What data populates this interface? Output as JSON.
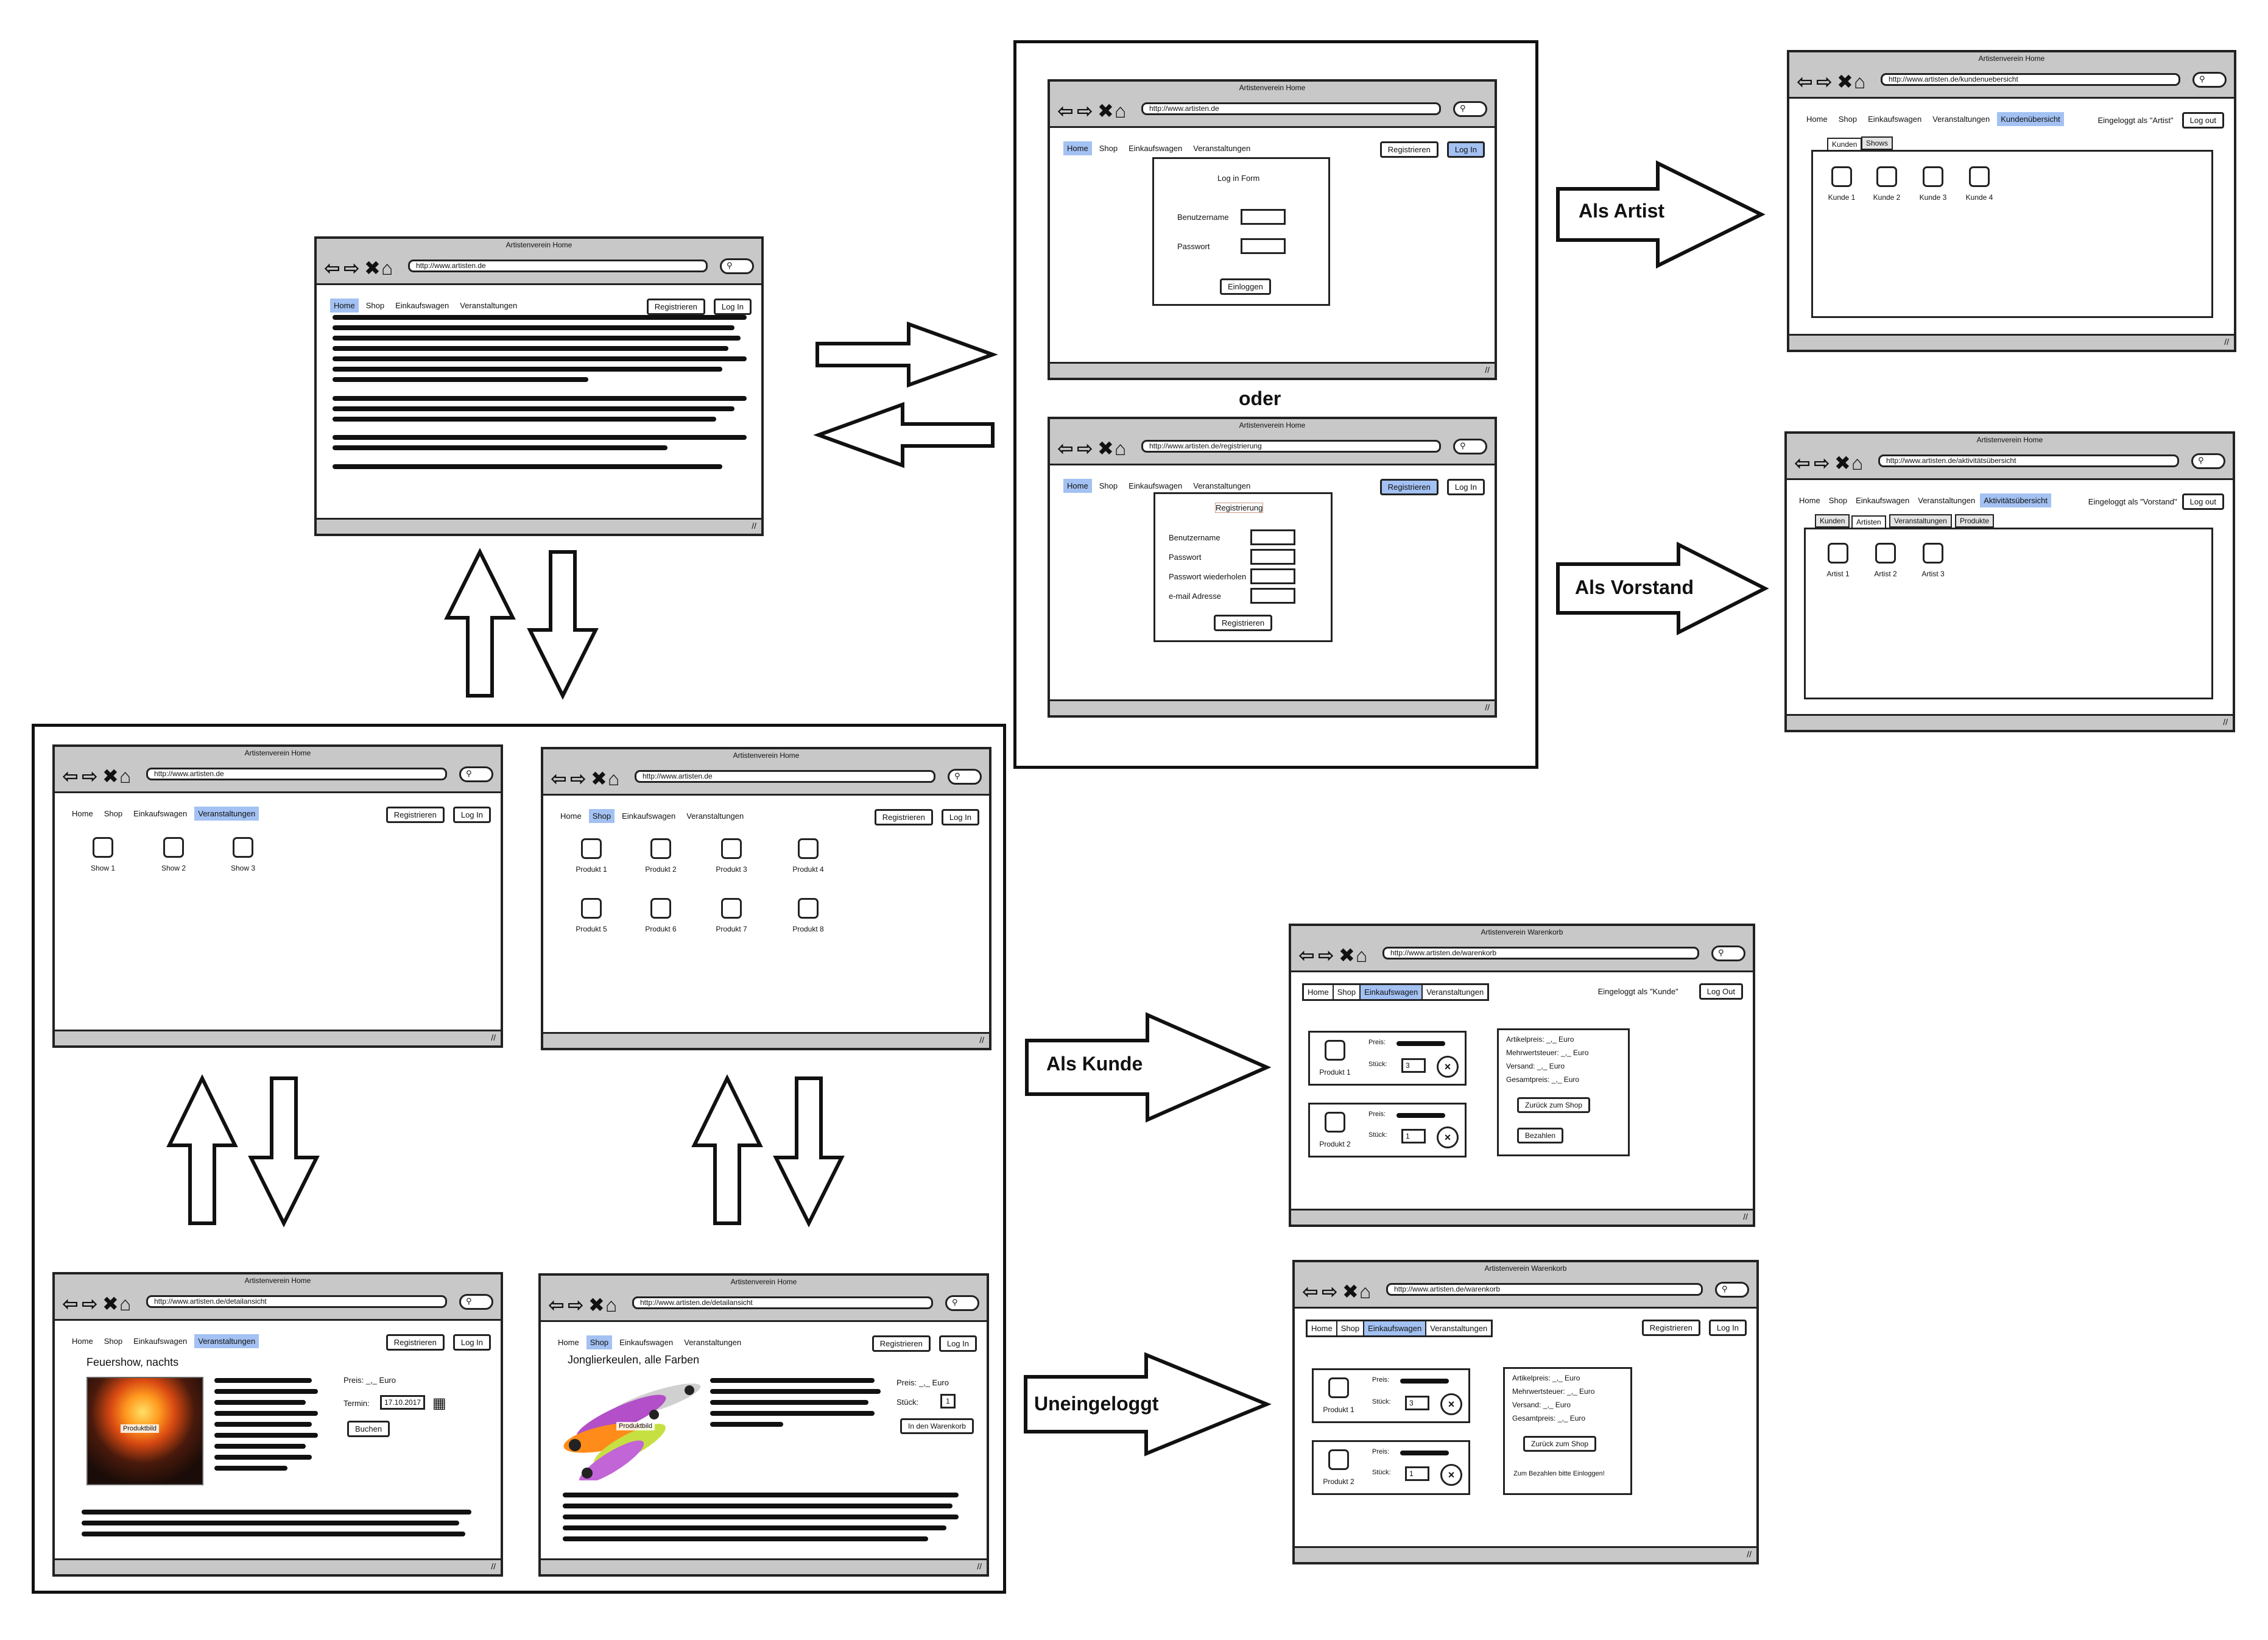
{
  "window_title": "Artistenverein Home",
  "window_title_cart": "Artistenverein Warenkorb",
  "urls": {
    "home": "http://www.artisten.de",
    "register": "http://www.artisten.de/registrierung",
    "customer_overview": "http://www.artisten.de/kundenuebersicht",
    "activity_overview": "http://www.artisten.de/aktivitätsübersicht",
    "detail": "http://www.artisten.de/detailansicht",
    "cart": "http://www.artisten.de/warenkorb"
  },
  "nav": {
    "home": "Home",
    "shop": "Shop",
    "cart": "Einkaufswagen",
    "events": "Veranstaltungen",
    "customer_overview": "Kundenübersicht",
    "activity_overview": "Aktivitätsübersicht",
    "register": "Registrieren",
    "login": "Log In",
    "logout": "Log out",
    "logout_caps": "Log Out",
    "logged_artist": "Eingeloggt als \"Artist\"",
    "logged_board": "Eingeloggt als \"Vorstand\"",
    "logged_customer": "Eingeloggt als \"Kunde\""
  },
  "login_form": {
    "title": "Log in Form",
    "username": "Benutzername",
    "password": "Passwort",
    "submit": "Einloggen"
  },
  "register_form": {
    "title": "Registrierung",
    "username": "Benutzername",
    "password": "Passwort",
    "password_repeat": "Passwort wiederholen",
    "email": "e-mail Adresse",
    "submit": "Registrieren"
  },
  "connector_word": "oder",
  "arrows": {
    "artist": "Als Artist",
    "board": "Als Vorstand",
    "customer": "Als Kunde",
    "guest": "Uneingeloggt"
  },
  "artist_view": {
    "tabs": [
      "Kunden",
      "Shows"
    ],
    "items": [
      "Kunde 1",
      "Kunde 2",
      "Kunde 3",
      "Kunde 4"
    ]
  },
  "board_view": {
    "tabs": [
      "Kunden",
      "Artisten",
      "Veranstaltungen",
      "Produkte"
    ],
    "items": [
      "Artist 1",
      "Artist 2",
      "Artist 3"
    ]
  },
  "shows": [
    "Show 1",
    "Show 2",
    "Show 3"
  ],
  "products": [
    "Produkt 1",
    "Produkt 2",
    "Produkt 3",
    "Produkt 4",
    "Produkt 5",
    "Produkt 6",
    "Produkt 7",
    "Produkt 8"
  ],
  "show_detail": {
    "title": "Feuershow, nachts",
    "price": "Preis: _,_ Euro",
    "date_label": "Termin:",
    "date_value": "17.10.2017",
    "book": "Buchen",
    "image_label": "Produktbild"
  },
  "product_detail": {
    "title": "Jonglierkeulen, alle Farben",
    "price": "Preis: _,_ Euro",
    "qty_label": "Stück:",
    "qty_value": "1",
    "add": "In den Warenkorb",
    "image_label": "Produktbild"
  },
  "cart": {
    "items": [
      {
        "name": "Produkt 1",
        "qty": "3"
      },
      {
        "name": "Produkt 2",
        "qty": "1"
      }
    ],
    "price_label": "Preis:",
    "qty_label": "Stück:",
    "summary": {
      "item_price": "Artikelpreis: _,_ Euro",
      "vat": "Mehrwertsteuer: _,_ Euro",
      "shipping": "Versand: _,_ Euro",
      "total": "Gesamtpreis: _,_ Euro",
      "back": "Zurück zum Shop",
      "pay": "Bezahlen",
      "login_hint": "Zum Bezahlen bitte Einloggen!"
    }
  }
}
